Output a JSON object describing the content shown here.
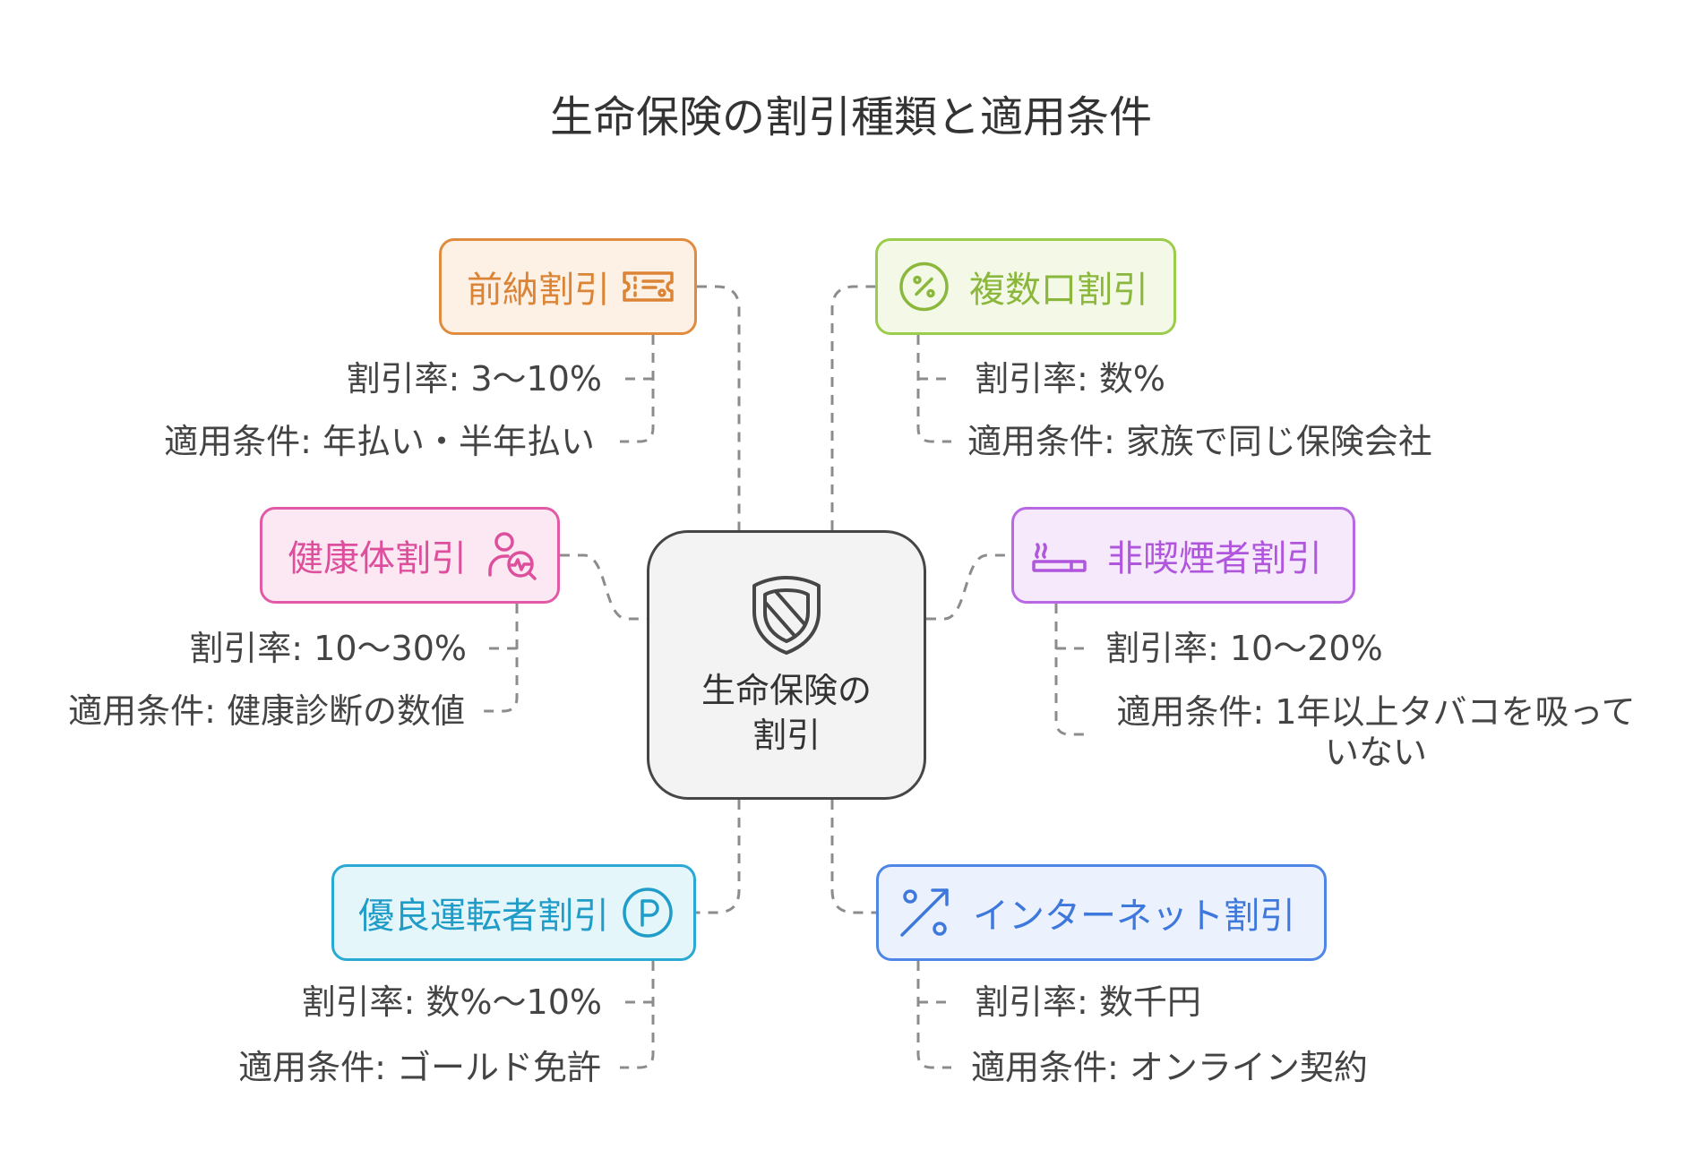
{
  "title": "生命保険の割引種類と適用条件",
  "theme": {
    "line": "#8c8c8c",
    "detail": "#444444",
    "title": "#333333"
  },
  "center": {
    "label_lines": [
      "生命保険の",
      "割引"
    ],
    "icon": "shield-icon",
    "colors": {
      "border": "#464646",
      "fill": "#f3f3f3",
      "text": "#333333"
    }
  },
  "discounts": [
    {
      "label": "前納割引",
      "icon": "ticket-icon",
      "rate": "割引率: 3〜10%",
      "condition_lines": [
        "適用条件: 年払い・半年払い"
      ],
      "colors": {
        "accent": "#e08b3e",
        "fill": "#fdf0e4",
        "text": "#dc8436"
      }
    },
    {
      "label": "複数口割引",
      "icon": "percent-circle-icon",
      "rate": "割引率: 数%",
      "condition_lines": [
        "適用条件: 家族で同じ保険会社"
      ],
      "colors": {
        "accent": "#9ccc4c",
        "fill": "#f3f9e6",
        "text": "#8ab73c"
      }
    },
    {
      "label": "健康体割引",
      "icon": "health-check-person-icon",
      "rate": "割引率: 10〜30%",
      "condition_lines": [
        "適用条件: 健康診断の数値"
      ],
      "colors": {
        "accent": "#e25aa6",
        "fill": "#fce8f3",
        "text": "#dd4f9c"
      }
    },
    {
      "label": "非喫煙者割引",
      "icon": "cigarette-icon",
      "rate": "割引率: 10〜20%",
      "condition_lines": [
        "適用条件: 1年以上タバコを吸って",
        "いない"
      ],
      "colors": {
        "accent": "#b868e4",
        "fill": "#f6e9fc",
        "text": "#b056dc"
      }
    },
    {
      "label": "優良運転者割引",
      "icon": "p-circle-icon",
      "rate": "割引率: 数%〜10%",
      "condition_lines": [
        "適用条件: ゴールド免許"
      ],
      "colors": {
        "accent": "#29a9d4",
        "fill": "#e5f6fb",
        "text": "#1f9dc8"
      }
    },
    {
      "label": "インターネット割引",
      "icon": "discount-arrow-icon",
      "rate": "割引率: 数千円",
      "condition_lines": [
        "適用条件: オンライン契約"
      ],
      "colors": {
        "accent": "#4d86e6",
        "fill": "#ebf2fd",
        "text": "#3f78dd"
      }
    }
  ]
}
